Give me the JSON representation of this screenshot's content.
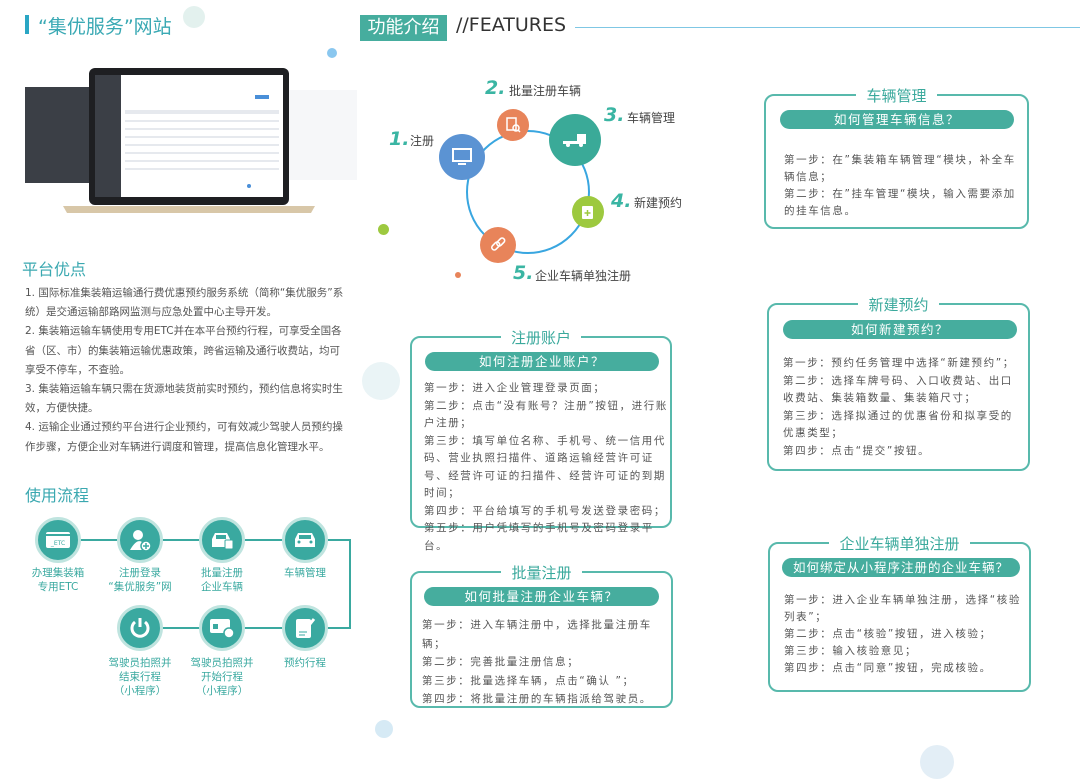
{
  "header": {
    "site_title": "“集优服务”网站",
    "features_label": "功能介绍",
    "features_en": "//FEATURES"
  },
  "advantages": {
    "title": "平台优点",
    "items": [
      "1. 国际标准集装箱运输通行费优惠预约服务系统（简称“集优服务”系统）是交通运输部路网监测与应急处置中心主导开发。",
      "2. 集装箱运输车辆使用专用ETC并在本平台预约行程，可享受全国各省（区、市）的集装箱运输优惠政策，跨省运输及通行收费站，均可享受不停车，不查验。",
      "3. 集装箱运输车辆只需在货源地装货前实时预约，预约信息将实时生效，方便快捷。",
      "4. 运输企业通过预约平台进行企业预约，可有效减少驾驶人员预约操作步骤，方便企业对车辆进行调度和管理，提高信息化管理水平。"
    ]
  },
  "flow": {
    "title": "使用流程",
    "etc_icon_text": "_ETC",
    "steps": [
      {
        "label": "办理集装箱\n专用ETC",
        "icon": "etc-card-icon"
      },
      {
        "label": "注册登录\n“集优服务”网",
        "icon": "user-add-icon"
      },
      {
        "label": "批量注册\n企业车辆",
        "icon": "car-doc-icon"
      },
      {
        "label": "车辆管理",
        "icon": "car-icon"
      },
      {
        "label": "预约行程",
        "icon": "edit-doc-icon"
      },
      {
        "label": "驾驶员拍照并\n开始行程\n（小程序）",
        "icon": "id-card-clock-icon"
      },
      {
        "label": "驾驶员拍照并\n结束行程\n（小程序）",
        "icon": "power-icon"
      }
    ]
  },
  "cycle": {
    "items": [
      {
        "num": "1.",
        "label": "注册",
        "color": "#5b93d3"
      },
      {
        "num": "2.",
        "label": "批量注册车辆",
        "color": "#e8845a"
      },
      {
        "num": "3.",
        "label": "车辆管理",
        "color": "#3aaa98"
      },
      {
        "num": "4.",
        "label": "新建预约",
        "color": "#9dc93f"
      },
      {
        "num": "5.",
        "label": "企业车辆单独注册",
        "color": "#e8845a"
      }
    ]
  },
  "cards": {
    "register": {
      "title": "注册账户",
      "question": "如何注册企业账户？",
      "steps": [
        "第一步：进入企业管理登录页面；",
        "第二步：点击“没有账号？注册”按钮，进行账户注册；",
        "第三步：填写单位名称、手机号、统一信用代码、营业执照扫描件、道路运输经营许可证号、经营许可证的扫描件、经营许可证的到期时间；",
        "第四步：平台给填写的手机号发送登录密码；",
        "第五步：用户凭填写的手机号及密码登录平台。"
      ]
    },
    "batch": {
      "title": "批量注册",
      "question": "如何批量注册企业车辆？",
      "steps": [
        "第一步：进入车辆注册中，选择批量注册车辆；",
        "第二步：完善批量注册信息；",
        "第三步：批量选择车辆，点击“确认 ”；",
        "第四步：将批量注册的车辆指派给驾驶员。"
      ]
    },
    "vehicle": {
      "title": "车辆管理",
      "question": "如何管理车辆信息？",
      "steps": [
        "第一步：在”集装箱车辆管理“模块，补全车辆信息；",
        "第二步：在”挂车管理“模块，输入需要添加的挂车信息。"
      ]
    },
    "booking": {
      "title": "新建预约",
      "question": "如何新建预约？",
      "steps": [
        "第一步：预约任务管理中选择“新建预约”；",
        "第二步：选择车牌号码、入口收费站、出口收费站、集装箱数量、集装箱尺寸；",
        "第三步：选择拟通过的优惠省份和拟享受的优惠类型；",
        "第四步：点击“提交”按钮。"
      ]
    },
    "single": {
      "title": "企业车辆单独注册",
      "question": "如何绑定从小程序注册的企业车辆？",
      "steps": [
        "第一步：进入企业车辆单独注册，选择“核验列表”；",
        "第二步：点击“核验”按钮，进入核验；",
        "第三步：输入核验意见；",
        "第四步：点击“同意”按钮，完成核验。"
      ]
    }
  }
}
